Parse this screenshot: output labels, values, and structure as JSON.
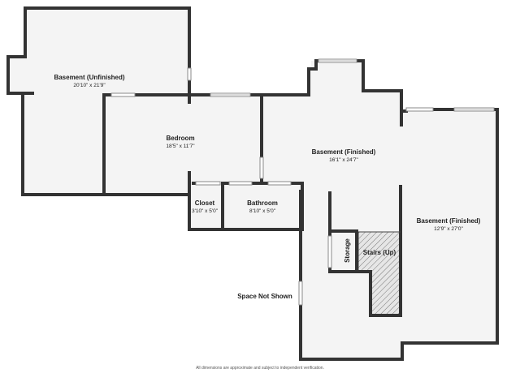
{
  "rooms": [
    {
      "id": "basement-unfinished",
      "name": "Basement (Unfinished)",
      "dims": "20'10\" x 21'9\""
    },
    {
      "id": "bedroom",
      "name": "Bedroom",
      "dims": "18'5\" x 11'7\""
    },
    {
      "id": "basement-finished-1",
      "name": "Basement (Finished)",
      "dims": "16'1\" x 24'7\""
    },
    {
      "id": "closet",
      "name": "Closet",
      "dims": "3'10\" x 5'0\""
    },
    {
      "id": "bathroom",
      "name": "Bathroom",
      "dims": "8'10\" x 5'0\""
    },
    {
      "id": "storage",
      "name": "Storage",
      "dims": ""
    },
    {
      "id": "stairs",
      "name": "Stairs (Up)",
      "dims": ""
    },
    {
      "id": "basement-finished-2",
      "name": "Basement (Finished)",
      "dims": "12'9\" x 27'0\""
    }
  ],
  "space_not_shown": "Space Not Shown",
  "footer": "All dimensions are approximate and subject to independent verification.",
  "colors": {
    "wall": "#333333",
    "floor": "#f4f4f4",
    "stairs_hatch": "#777777"
  }
}
